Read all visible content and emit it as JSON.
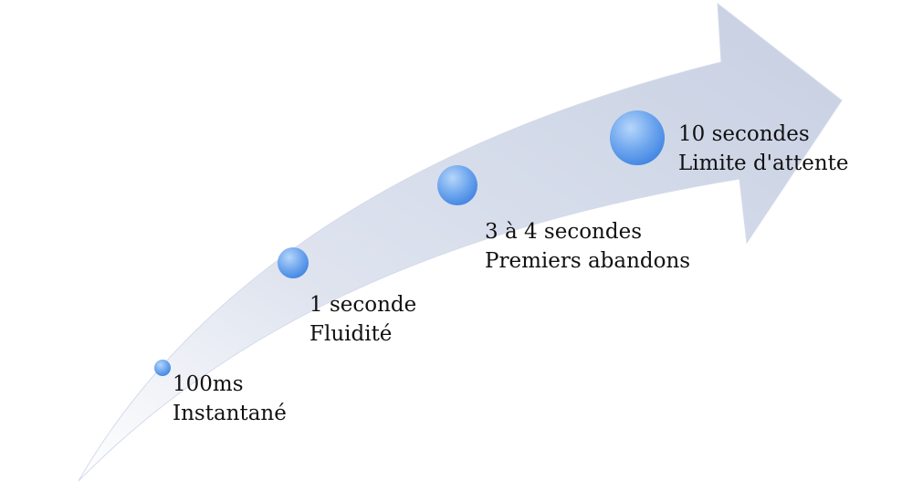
{
  "milestones": [
    {
      "time": "100ms",
      "meaning": "Instantané"
    },
    {
      "time": "1 seconde",
      "meaning": "Fluidité"
    },
    {
      "time": "3 à 4 secondes",
      "meaning": "Premiers abandons"
    },
    {
      "time": "10 secondes",
      "meaning": "Limite d'attente"
    }
  ],
  "colors": {
    "arrow_light": "#eceff6",
    "arrow_dark": "#c6cfe2",
    "dot_light": "#a9cdf6",
    "dot_dark": "#3d82e0"
  }
}
